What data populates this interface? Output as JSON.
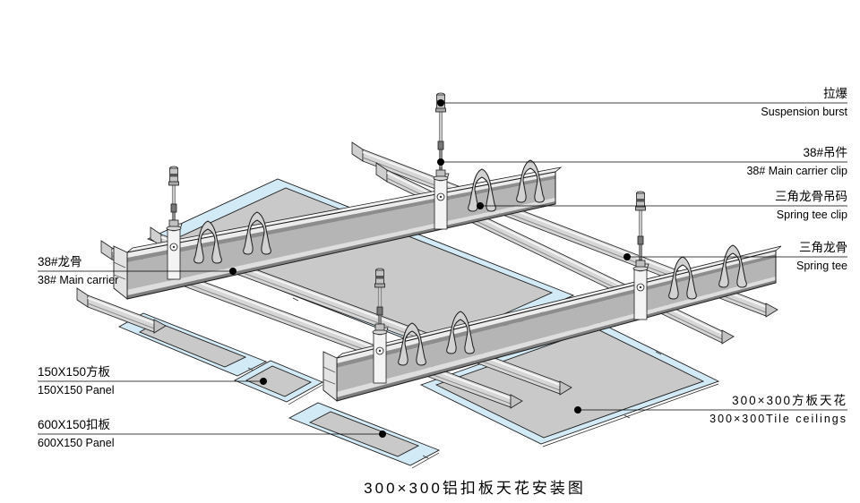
{
  "title": "300×300铝扣板天花安装图",
  "callouts": {
    "suspension_burst": {
      "cn": "拉爆",
      "en": "Suspension burst"
    },
    "main_carrier_clip": {
      "cn": "38#吊件",
      "en": "38# Main carrier clip"
    },
    "spring_tee_clip": {
      "cn": "三角龙骨吊码",
      "en": "Spring tee clip"
    },
    "spring_tee": {
      "cn": "三角龙骨",
      "en": "Spring tee"
    },
    "tile_ceiling": {
      "cn": "300×300方板天花",
      "en": "300×300Tile ceilings"
    },
    "main_carrier": {
      "cn": "38#龙骨",
      "en": "38# Main carrier"
    },
    "panel_150": {
      "cn": "150X150方板",
      "en": "150X150 Panel"
    },
    "panel_600": {
      "cn": "600X150扣板",
      "en": "600X150 Panel"
    }
  },
  "colors": {
    "panel_rim": "#d2eaf6",
    "panel_top": "#c9c9c9",
    "metal_web": "#b5b5b5",
    "metal_light": "#ececec",
    "outline": "#1c1c1c",
    "leader": "#000000",
    "background": "#ffffff"
  }
}
